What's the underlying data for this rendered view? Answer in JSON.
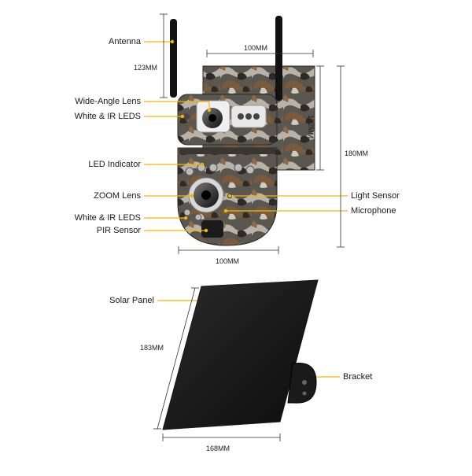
{
  "callouts": {
    "antenna": "Antenna",
    "wide_angle_lens": "Wide-Angle Lens",
    "white_ir_leds_top": "White & IR LEDS",
    "led_indicator": "LED Indicator",
    "zoom_lens": "ZOOM Lens",
    "white_ir_leds_bottom": "White & IR LEDS",
    "pir_sensor": "PIR Sensor",
    "light_sensor": "Light Sensor",
    "microphone": "Microphone",
    "solar_panel": "Solar Panel",
    "bracket": "Bracket"
  },
  "dimensions": {
    "antenna_height": "123MM",
    "top_width": "100MM",
    "panel_side": "102MM",
    "camera_height": "180MM",
    "camera_width": "100MM",
    "solar_height": "183MM",
    "solar_width": "168MM"
  },
  "colors": {
    "callout_line": "#f2b705",
    "camo_dark": "#3d3a35",
    "camo_brown": "#7a5a3a",
    "camo_light": "#b8b2a8",
    "panel": "#141414"
  },
  "icons": [
    "antenna-icon",
    "lens-icon",
    "led-icon",
    "solar-panel-icon",
    "bracket-icon"
  ]
}
